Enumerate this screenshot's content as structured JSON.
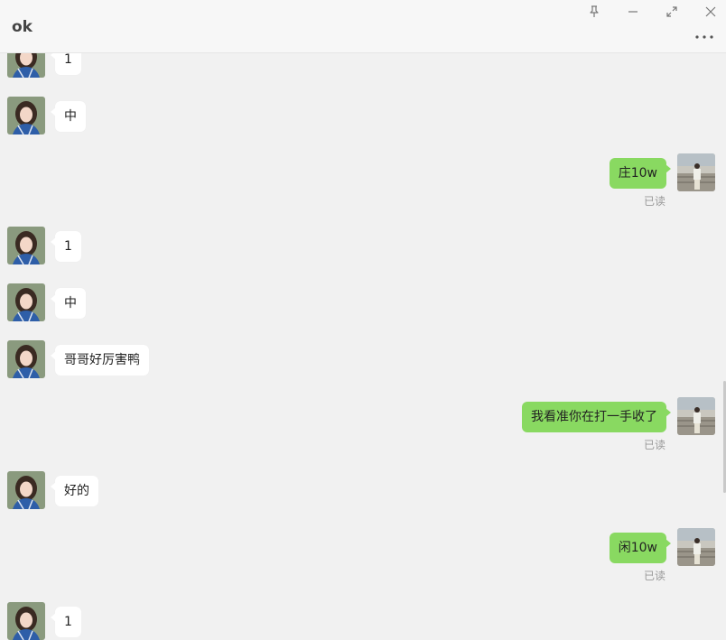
{
  "chat": {
    "title": "ok",
    "more_label": "···"
  },
  "colors": {
    "sent_bubble": "#89d961",
    "received_bubble": "#ffffff",
    "background": "#f1f1f1"
  },
  "window_controls": {
    "pin_icon": "pin-icon",
    "minimize_icon": "minimize-icon",
    "maximize_icon": "maximize-icon",
    "close_icon": "close-icon"
  },
  "messages": [
    {
      "side": "left",
      "text": "1"
    },
    {
      "side": "left",
      "text": "中"
    },
    {
      "side": "right",
      "text": "庄10w",
      "status": "已读"
    },
    {
      "side": "left",
      "text": "1"
    },
    {
      "side": "left",
      "text": "中"
    },
    {
      "side": "left",
      "text": "哥哥好厉害鸭"
    },
    {
      "side": "right",
      "text": "我看准你在打一手收了",
      "status": "已读"
    },
    {
      "side": "left",
      "text": "好的"
    },
    {
      "side": "right",
      "text": "闲10w",
      "status": "已读"
    },
    {
      "side": "left",
      "text": "1"
    }
  ]
}
